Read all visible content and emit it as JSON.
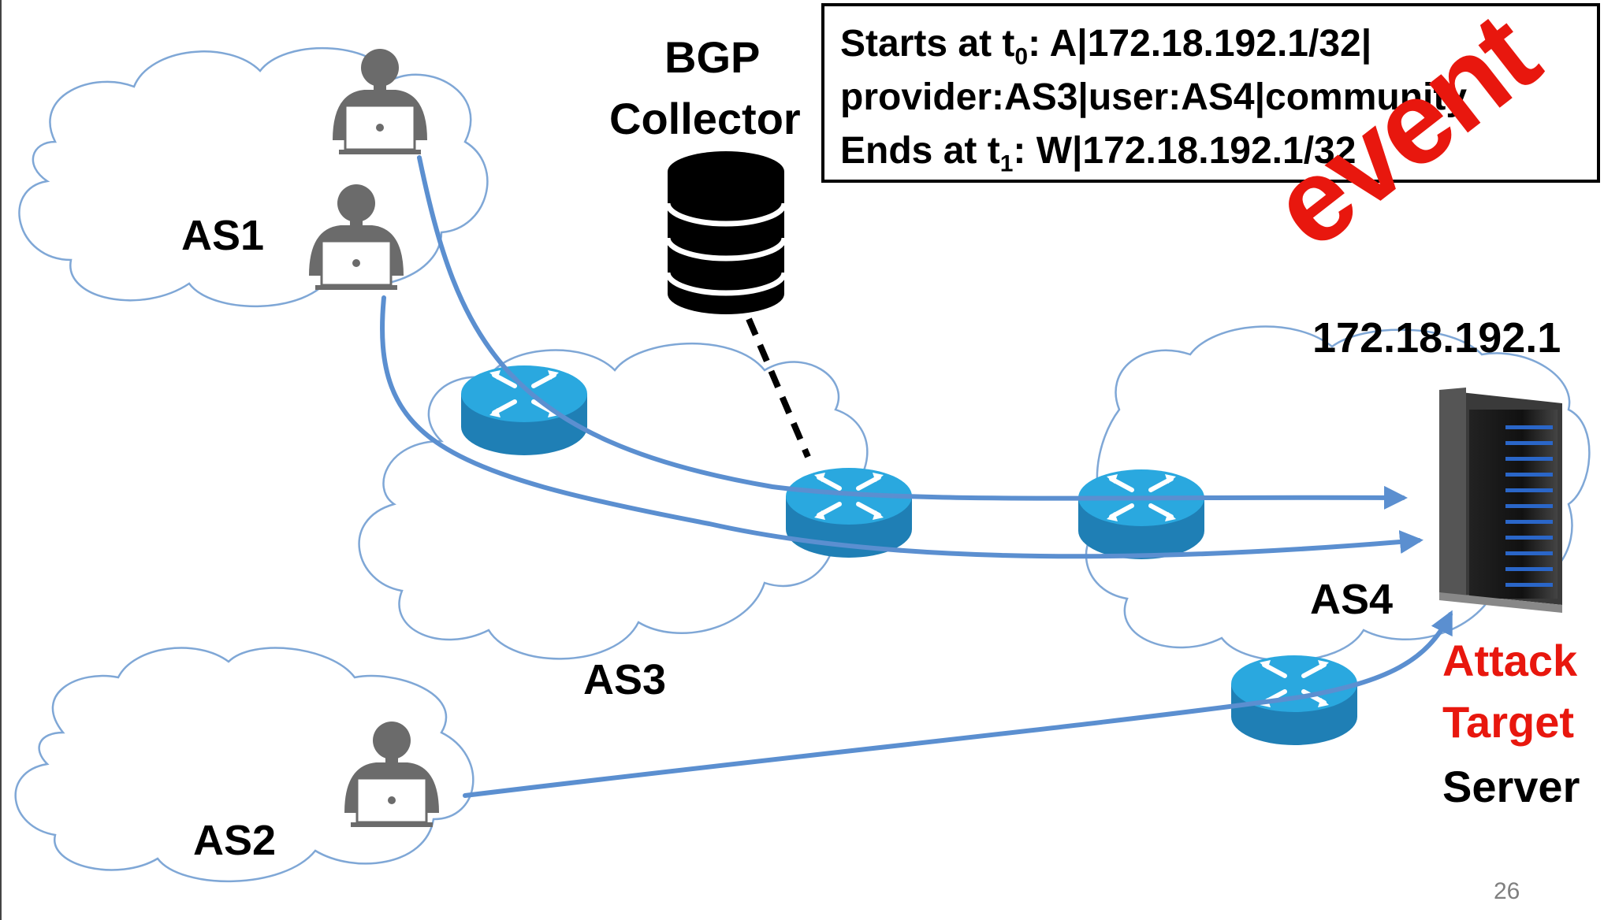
{
  "collector": {
    "line1": "BGP",
    "line2": "Collector"
  },
  "event": {
    "line1_prefix": "Starts at t",
    "line1_sub": "0",
    "line1_rest": ": A|172.18.192.1/32|",
    "line2": "provider:AS3|user:AS4|community",
    "line3_prefix": "Ends at t",
    "line3_sub": "1",
    "line3_rest": ": W|172.18.192.1/32",
    "stamp": "event"
  },
  "as_labels": {
    "as1": "AS1",
    "as2": "AS2",
    "as3": "AS3",
    "as4": "AS4"
  },
  "target": {
    "ip": "172.18.192.1",
    "attack": "Attack",
    "target_word": "Target",
    "server": "Server"
  },
  "page_number": "26",
  "colors": {
    "path": "#5b8fd0",
    "router_top": "#29a9df",
    "router_side": "#1f7fb5",
    "cloud_outline": "#7fa7d6",
    "stamp": "#e8170e",
    "attack_text": "#e8170e"
  },
  "icons": [
    "person-laptop-icon",
    "router-icon",
    "database-icon",
    "server-rack-icon",
    "cloud-shape"
  ]
}
